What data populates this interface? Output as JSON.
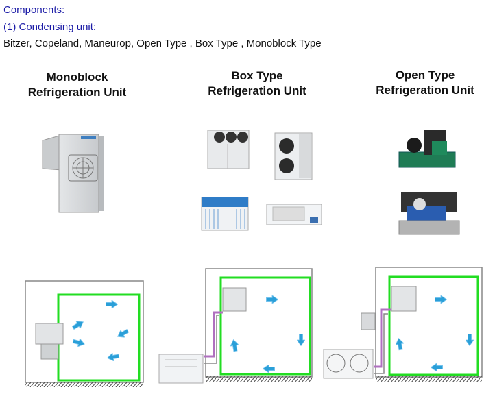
{
  "header": {
    "components": "Components:",
    "condensing_unit": "(1) Condensing unit:",
    "brands": "Bitzer, Copeland, Maneurop, Open Type , Box Type , Monoblock Type"
  },
  "columns": [
    {
      "title_line1": "Monoblock",
      "title_line2": "Refrigeration Unit"
    },
    {
      "title_line1": "Box Type",
      "title_line2": "Refrigeration Unit"
    },
    {
      "title_line1": "Open Type",
      "title_line2": "Refrigeration Unit"
    }
  ],
  "colors": {
    "link_blue": "#1a1aa6",
    "room_outline": "#888888",
    "evaporator_zone": "#22dd22",
    "airflow_arrow": "#2a9fd8",
    "pipe": "#b070c0"
  },
  "icons": [
    "monoblock-unit-image",
    "box-condenser-image",
    "open-type-unit-image",
    "cold-room-diagram",
    "airflow-arrow-icon"
  ]
}
